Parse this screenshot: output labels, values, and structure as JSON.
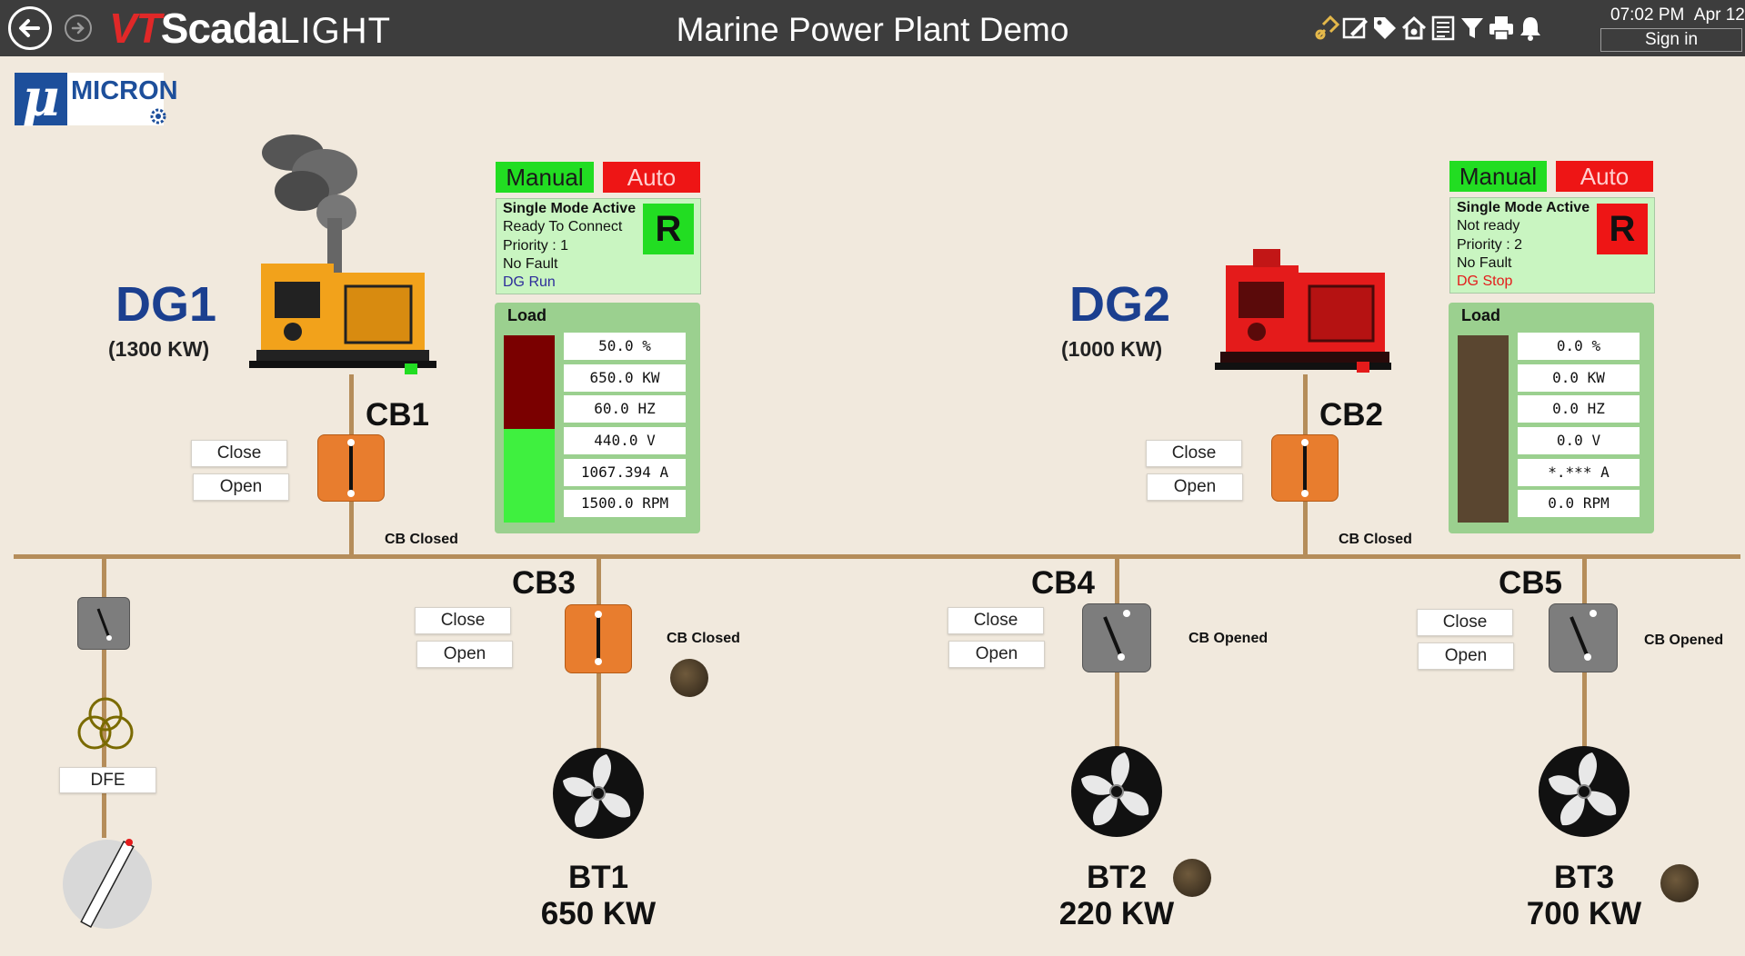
{
  "toolbar": {
    "brand_vt": "VT",
    "brand_scada": "Scada",
    "brand_light": "LIGHT",
    "title": "Marine Power Plant Demo",
    "icons": [
      "tag-link-icon",
      "edit-page-icon",
      "tag-icon",
      "home-settings-icon",
      "report-icon",
      "filter-icon",
      "print-icon",
      "alarm-bell-icon"
    ],
    "time": "07:02 PM",
    "date": "Apr 12",
    "sign_in": "Sign in"
  },
  "logo": {
    "symbol": "μ",
    "text": "MICRON"
  },
  "dg1": {
    "name": "DG1",
    "rating": "(1300 KW)",
    "mode_manual": "Manual",
    "mode_auto": "Auto",
    "status_lines": [
      "Single Mode Active",
      "Ready To Connect",
      "Priority : 1",
      "No Fault",
      "DG Run"
    ],
    "ready_badge": "R",
    "load_title": "Load",
    "load_fraction": 0.5,
    "values": [
      "50.0 %",
      "650.0 KW",
      "60.0 HZ",
      "440.0 V",
      "1067.394 A",
      "1500.0 RPM"
    ]
  },
  "dg2": {
    "name": "DG2",
    "rating": "(1000 KW)",
    "mode_manual": "Manual",
    "mode_auto": "Auto",
    "status_lines": [
      "Single Mode Active",
      "Not ready",
      "Priority : 2",
      "No Fault",
      "DG Stop"
    ],
    "ready_badge": "R",
    "load_title": "Load",
    "load_fraction": 0.0,
    "values": [
      "0.0 %",
      "0.0 KW",
      "0.0 HZ",
      "0.0 V",
      "*.*** A",
      "0.0 RPM"
    ]
  },
  "cb1": {
    "name": "CB1",
    "close": "Close",
    "open": "Open",
    "status": "CB Closed"
  },
  "cb2": {
    "name": "CB2",
    "close": "Close",
    "open": "Open",
    "status": "CB Closed"
  },
  "cb3": {
    "name": "CB3",
    "close": "Close",
    "open": "Open",
    "status": "CB Closed"
  },
  "cb4": {
    "name": "CB4",
    "close": "Close",
    "open": "Open",
    "status": "CB Opened"
  },
  "cb5": {
    "name": "CB5",
    "close": "Close",
    "open": "Open",
    "status": "CB Opened"
  },
  "dfe": {
    "label": "DFE"
  },
  "bt1": {
    "name": "BT1",
    "rating": "650 KW"
  },
  "bt2": {
    "name": "BT2",
    "rating": "220 KW"
  },
  "bt3": {
    "name": "BT3",
    "rating": "700 KW"
  },
  "colors": {
    "bus": "#b58d5a",
    "breaker_closed": "#e87d2e",
    "breaker_open": "#7d7d7d",
    "run_green": "#22dd22",
    "stop_red": "#ee1515",
    "panel_green": "#9bd08f"
  }
}
